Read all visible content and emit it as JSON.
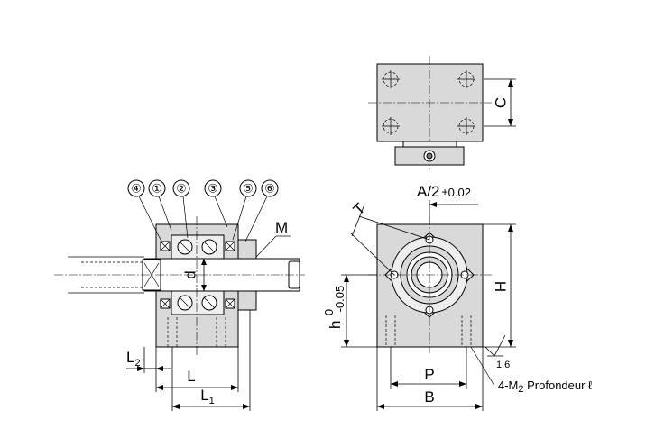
{
  "callouts": [
    "④",
    "①",
    "②",
    "③",
    "⑤",
    "⑥"
  ],
  "labels": {
    "M": "M",
    "d": "d",
    "L2_main": "L",
    "L2_sub": "2",
    "L": "L",
    "L1_main": "L",
    "L1_sub": "1",
    "T": "T",
    "A": "A/2",
    "A_tol": "±0.02",
    "h_main": "h",
    "h_tol_upper": "0",
    "h_tol_lower": "-0.05",
    "H": "H",
    "C": "C",
    "P": "P",
    "B": "B",
    "roughness": "1.6",
    "tap_prefix": "4-M",
    "tap_sub": "2",
    "tap_suffix": " Profondeur ℓ"
  }
}
